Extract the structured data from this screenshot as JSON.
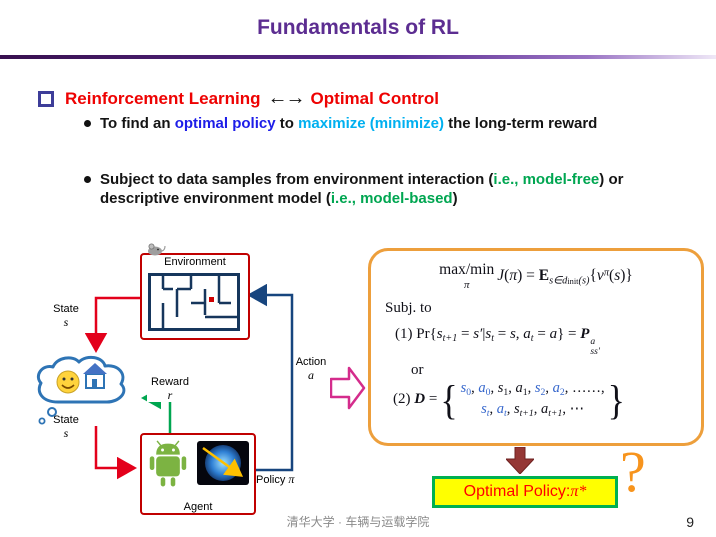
{
  "slide": {
    "title": "Fundamentals of RL",
    "footer": "清华大学 · 车辆与运载学院",
    "page_number": "9"
  },
  "colors": {
    "title_purple": "#5C2D91",
    "heading_red": "#EE0202",
    "optimal_policy_blue": "#1D1DE8",
    "maximize_sky_blue": "#00B0F0",
    "model_green": "#00A651",
    "math_box_orange": "#ED9F3C",
    "big_arrow_magenta": "#D42C8C",
    "down_arrow_maroon": "#953735",
    "optimal_box_yellow": "#FFFF00",
    "optimal_box_green_border": "#00B050",
    "question_mark_orange": "#F7941D",
    "diagram_box_red": "#C00000"
  },
  "heading": {
    "left": "Reinforcement Learning",
    "arrow": "←→",
    "right": "Optimal Control"
  },
  "bullets": {
    "b1": {
      "p1": "To find an ",
      "p2": "optimal policy",
      "p3": " to ",
      "p4": "maximize (minimize)",
      "p5": " the long-term reward"
    },
    "b2": {
      "p1": "Subject to data samples from environment interaction (",
      "p2": "i.e., model-free",
      "p3": ") or descriptive environment model (",
      "p4": "i.e., model-based",
      "p5": ")"
    }
  },
  "diagram": {
    "environment_label": "Environment",
    "agent_label": "Agent",
    "state_top": {
      "word": "State",
      "var": "s"
    },
    "state_bottom": {
      "word": "State",
      "var": "s"
    },
    "action": {
      "word": "Action",
      "var": "a"
    },
    "reward": {
      "word": "Reward",
      "var": "r"
    },
    "policy": {
      "word": "Policy ",
      "var": "π"
    }
  },
  "math": {
    "objective_op": "max/min",
    "objective_under": "π",
    "objective_rest": [
      {
        "t": " ",
        "c": ""
      },
      {
        "t": "J",
        "c": "it"
      },
      {
        "t": "("
      },
      {
        "t": "π",
        "c": "it"
      },
      {
        "t": ") = "
      },
      {
        "t": "E",
        "c": "bb"
      },
      {
        "t": "s∈d",
        "c": "sub it"
      },
      {
        "t": "init",
        "c": "ssub"
      },
      {
        "t": "(s)",
        "c": "sub it"
      },
      {
        "t": "{"
      },
      {
        "t": "v",
        "c": "it"
      },
      {
        "t": "π",
        "c": "sup it"
      },
      {
        "t": "("
      },
      {
        "t": "s",
        "c": "it"
      },
      {
        "t": ")}"
      }
    ],
    "subject_to": "Subj. to",
    "constraint1": [
      {
        "t": "(1) Pr{"
      },
      {
        "t": "s",
        "c": "it"
      },
      {
        "t": "t+1",
        "c": "sub it"
      },
      {
        "t": " = "
      },
      {
        "t": "s′",
        "c": "it"
      },
      {
        "t": "|"
      },
      {
        "t": "s",
        "c": "it"
      },
      {
        "t": "t",
        "c": "sub it"
      },
      {
        "t": " = "
      },
      {
        "t": "s",
        "c": "it"
      },
      {
        "t": ", "
      },
      {
        "t": "a",
        "c": "it"
      },
      {
        "t": "t",
        "c": "sub it"
      },
      {
        "t": " = "
      },
      {
        "t": "a",
        "c": "it"
      },
      {
        "t": "} = "
      },
      {
        "t": "P",
        "c": "it bb"
      },
      {
        "sup": "a",
        "sub": "ss′"
      }
    ],
    "or_label": "or",
    "constraint2_head": [
      {
        "t": "(2) "
      },
      {
        "t": "D",
        "c": "it bb"
      },
      {
        "t": " = "
      }
    ],
    "dataset_row1": [
      {
        "t": "s",
        "c": "it bl"
      },
      {
        "t": "0",
        "c": "sub bl"
      },
      {
        "t": ", "
      },
      {
        "t": "a",
        "c": "it bl"
      },
      {
        "t": "0",
        "c": "sub bl"
      },
      {
        "t": ", "
      },
      {
        "t": "s",
        "c": "it"
      },
      {
        "t": "1",
        "c": "sub"
      },
      {
        "t": ", "
      },
      {
        "t": "a",
        "c": "it"
      },
      {
        "t": "1",
        "c": "sub"
      },
      {
        "t": ", "
      },
      {
        "t": "s",
        "c": "it bl"
      },
      {
        "t": "2",
        "c": "sub bl"
      },
      {
        "t": ", "
      },
      {
        "t": "a",
        "c": "it bl"
      },
      {
        "t": "2",
        "c": "sub bl"
      },
      {
        "t": ", ……,"
      }
    ],
    "dataset_row2": [
      {
        "t": "s",
        "c": "it bl"
      },
      {
        "t": "t",
        "c": "sub it bl"
      },
      {
        "t": ", "
      },
      {
        "t": "a",
        "c": "it bl"
      },
      {
        "t": "t",
        "c": "sub it bl"
      },
      {
        "t": ", "
      },
      {
        "t": "s",
        "c": "it"
      },
      {
        "t": "t+1",
        "c": "sub it"
      },
      {
        "t": ", "
      },
      {
        "t": "a",
        "c": "it"
      },
      {
        "t": "t+1",
        "c": "sub it"
      },
      {
        "t": ", ⋯"
      }
    ]
  },
  "optimal_policy": [
    {
      "t": "Optimal Policy: "
    },
    {
      "t": "π*",
      "c": "it"
    }
  ],
  "question_mark": "?"
}
